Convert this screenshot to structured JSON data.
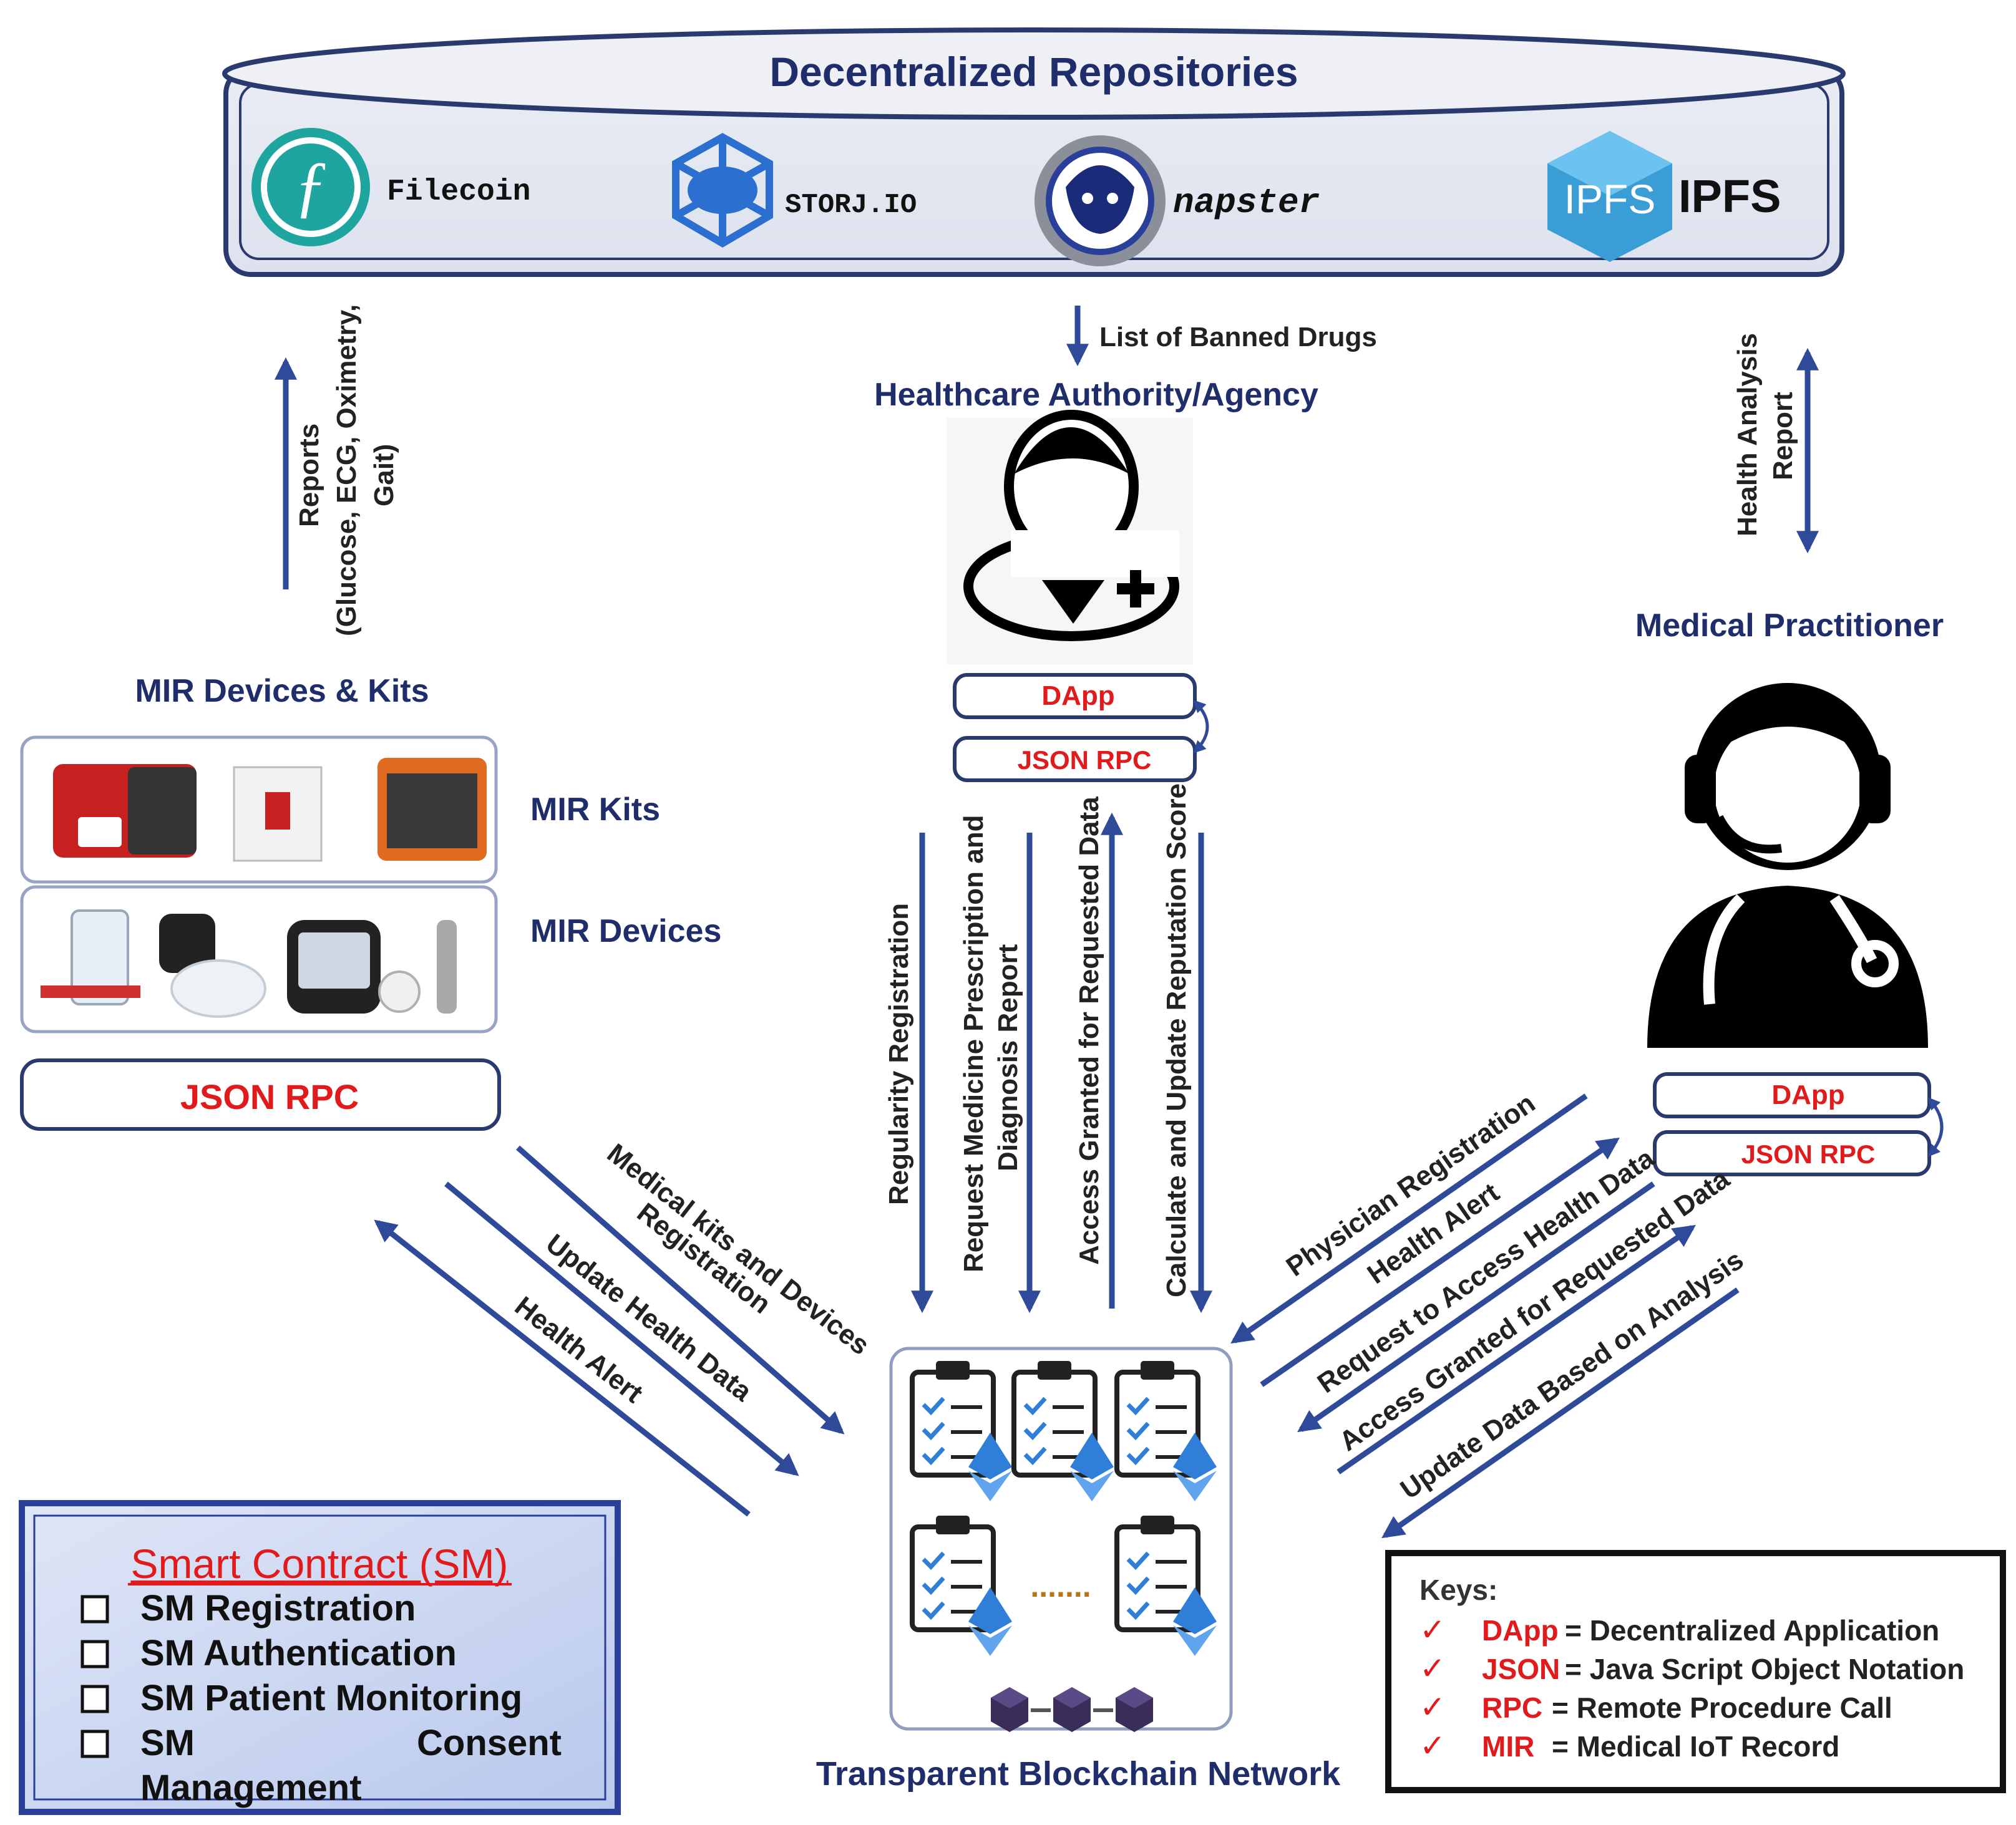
{
  "repositories": {
    "title": "Decentralized Repositories",
    "items": [
      {
        "label": "Filecoin",
        "icon": "filecoin-icon"
      },
      {
        "label": "STORJ.IO",
        "icon": "storj-icon"
      },
      {
        "label": "napster",
        "icon": "napster-icon"
      },
      {
        "label": "IPFS",
        "icon": "ipfs-icon"
      }
    ],
    "ipfs_logo_text": "IPFS"
  },
  "authority": {
    "banned_drugs": "List of Banned Drugs",
    "title": "Healthcare Authority/Agency",
    "dapp": "DApp",
    "jsonrpc": "JSON RPC"
  },
  "practitioner": {
    "title": "Medical Practitioner",
    "report_line1": "Health Analysis",
    "report_line2": "Report",
    "dapp": "DApp",
    "jsonrpc": "JSON RPC"
  },
  "devices": {
    "reports_line1": "Reports",
    "reports_line2": "(Glucose, ECG, Oximetry,",
    "reports_line3": "Gait)",
    "title": "MIR Devices & Kits",
    "kits_label": "MIR Kits",
    "devices_label": "MIR Devices",
    "jsonrpc": "JSON RPC"
  },
  "flows": {
    "left": [
      "Medical kits and Devices",
      "Registration",
      "Update Health Data",
      "Health Alert"
    ],
    "center": [
      "Regularity Registration",
      "Request Medicine Prescription and",
      "Diagnosis Report",
      "Access Granted for Requested Data",
      "Calculate and Update Reputation Score"
    ],
    "right": [
      "Physician Registration",
      "Health Alert",
      "Request to Access Health Data",
      "Access Granted for Requested Data",
      "Update Data Based on Analysis"
    ]
  },
  "blockchain": {
    "title": "Transparent Blockchain Network",
    "ellipsis": "......."
  },
  "smart_contract": {
    "title": "Smart Contract (SM)",
    "items": [
      "SM Registration",
      "SM Authentication",
      "SM Patient Monitoring"
    ],
    "last_item_line1_a": "SM",
    "last_item_line1_b": "Consent",
    "last_item_line2": "Management"
  },
  "keys": {
    "title": "Keys:",
    "items": [
      {
        "term": "DApp",
        "definition": "= Decentralized Application"
      },
      {
        "term": "JSON",
        "definition": "= Java Script Object Notation"
      },
      {
        "term": "RPC",
        "definition": "= Remote Procedure Call"
      },
      {
        "term": "MIR",
        "definition": "= Medical IoT Record"
      }
    ],
    "check": "✓"
  },
  "colors": {
    "navy": "#1f2d6b",
    "arrow": "#2e4a99",
    "red": "#e11b1b",
    "eth": "#2f7fd8",
    "panel": "#c7d3ef"
  }
}
